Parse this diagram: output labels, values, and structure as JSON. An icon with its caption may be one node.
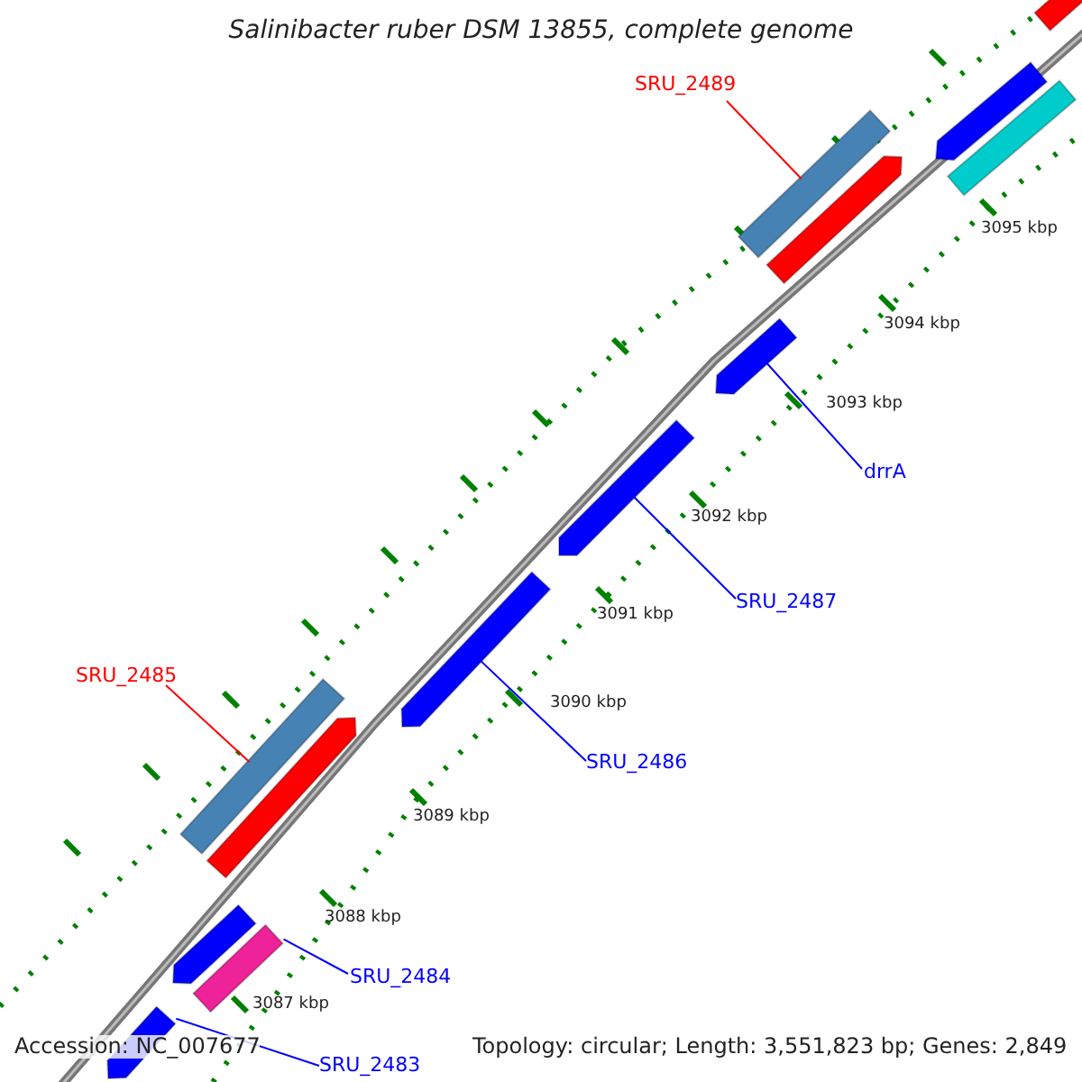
{
  "diagram": {
    "title": "Salinibacter ruber DSM 13855, complete genome",
    "nodes": [
      {
        "text": [
          "SRU_2489"
        ]
      },
      {
        "text": [],
        "shape": "bar"
      },
      {
        "text": [],
        "shape": "bar"
      },
      {
        "text": [],
        "shape": "bar"
      },
      {
        "text": [],
        "shape": "bar"
      },
      {
        "text": [],
        "shape": "bar"
      },
      {
        "text": [],
        "shape": "bar"
      },
      {
        "text": [
          "drrA"
        ]
      },
      {
        "text": [],
        "shape": "bar"
      },
      {
        "text": [
          "SRU_2487"
        ]
      },
      {
        "text": [
          "SRU_2485"
        ]
      },
      {
        "text": [],
        "shape": "bar"
      },
      {
        "text": [],
        "shape": "bar"
      },
      {
        "text": [],
        "shape": "bar"
      },
      {
        "text": [
          "SRU_2486"
        ]
      },
      {
        "text": [],
        "shape": "bar"
      },
      {
        "text": [],
        "shape": "bar"
      },
      {
        "text": [],
        "shape": "bar"
      },
      {
        "text": [
          "SRU_2484"
        ]
      },
      {
        "text": [
          "SRU_2483"
        ]
      }
    ],
    "edges": [
      {
        "from": 0,
        "to": 2,
        "arrow": "none",
        "color": "#ff0000"
      },
      {
        "from": 7,
        "to": 6,
        "arrow": "none"
      },
      {
        "from": 9,
        "to": 8,
        "arrow": "none"
      },
      {
        "from": 10,
        "to": 12,
        "arrow": "none",
        "color": "#ff0000"
      },
      {
        "from": 14,
        "to": 11,
        "arrow": "none"
      },
      {
        "from": 18,
        "to": 16,
        "arrow": "none"
      },
      {
        "from": 19,
        "to": 17,
        "arrow": "none"
      }
    ],
    "labels": [
      "3095 kbp",
      "3094 kbp",
      "3093 kbp",
      "3092 kbp",
      "3091 kbp",
      "3090 kbp",
      "3089 kbp",
      "3088 kbp",
      "3087 kbp",
      "Accession: NC_007677",
      "Topology: circular; Length: 3,551,823 bp; Genes: 2,849"
    ]
  }
}
